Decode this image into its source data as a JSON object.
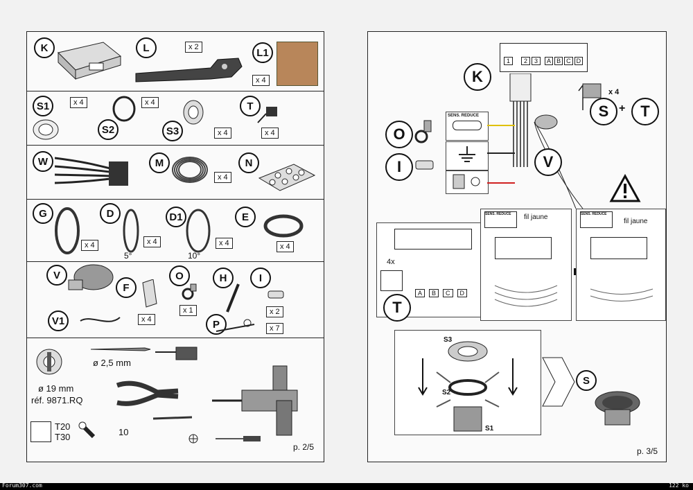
{
  "left_page": {
    "rows": [
      {
        "items": [
          {
            "code": "K",
            "name": "module"
          },
          {
            "code": "L",
            "name": "tool",
            "qty": "x 2"
          },
          {
            "code": "L1",
            "name": "sticker",
            "qty": "x 4"
          }
        ]
      },
      {
        "items": [
          {
            "code": "S1",
            "qty": "x 4"
          },
          {
            "code": "S2",
            "qty": "x 4"
          },
          {
            "code": "S3",
            "qty": "x 4"
          },
          {
            "code": "T",
            "qty": "x 4"
          }
        ]
      },
      {
        "items": [
          {
            "code": "W"
          },
          {
            "code": "M",
            "qty": "x 4"
          },
          {
            "code": "N"
          }
        ]
      },
      {
        "items": [
          {
            "code": "G",
            "qty": "x 4"
          },
          {
            "code": "D",
            "qty": "x 4",
            "note": "5°"
          },
          {
            "code": "D1",
            "qty": "x 4",
            "note": "10°"
          },
          {
            "code": "E",
            "qty": "x 4"
          }
        ]
      },
      {
        "items": [
          {
            "code": "V"
          },
          {
            "code": "V1"
          },
          {
            "code": "F",
            "qty": "x 4"
          },
          {
            "code": "O",
            "qty": "x 1"
          },
          {
            "code": "H"
          },
          {
            "code": "I",
            "qty": "x 2"
          },
          {
            "code": "P",
            "qty": "x 7"
          }
        ]
      }
    ],
    "tools": {
      "drill_bit": "ø 2,5 mm",
      "hole_saw": "ø 19 mm",
      "hole_saw_ref": "réf. 9871.RQ",
      "torx1": "T20",
      "torx2": "T30",
      "wrench_size": "10"
    },
    "page_number": "p. 2/5"
  },
  "right_page": {
    "codes": {
      "K": "K",
      "S": "S",
      "plus": "+",
      "T": "T",
      "O": "O",
      "I": "I",
      "V": "V",
      "S1": "S1",
      "S2": "S2",
      "S3": "S3"
    },
    "qty_x4": "x 4",
    "connector_labels": [
      "1",
      "2",
      "3",
      "A",
      "B",
      "C",
      "D"
    ],
    "sens_reduce": "SENS. REDUCE",
    "fil_jaune": "fil jaune",
    "sensors_4x": "4x",
    "warning_icon": "warning-triangle",
    "page_number": "p. 3/5"
  },
  "footer": {
    "site": "Forum307.com",
    "size": "122 ko"
  }
}
